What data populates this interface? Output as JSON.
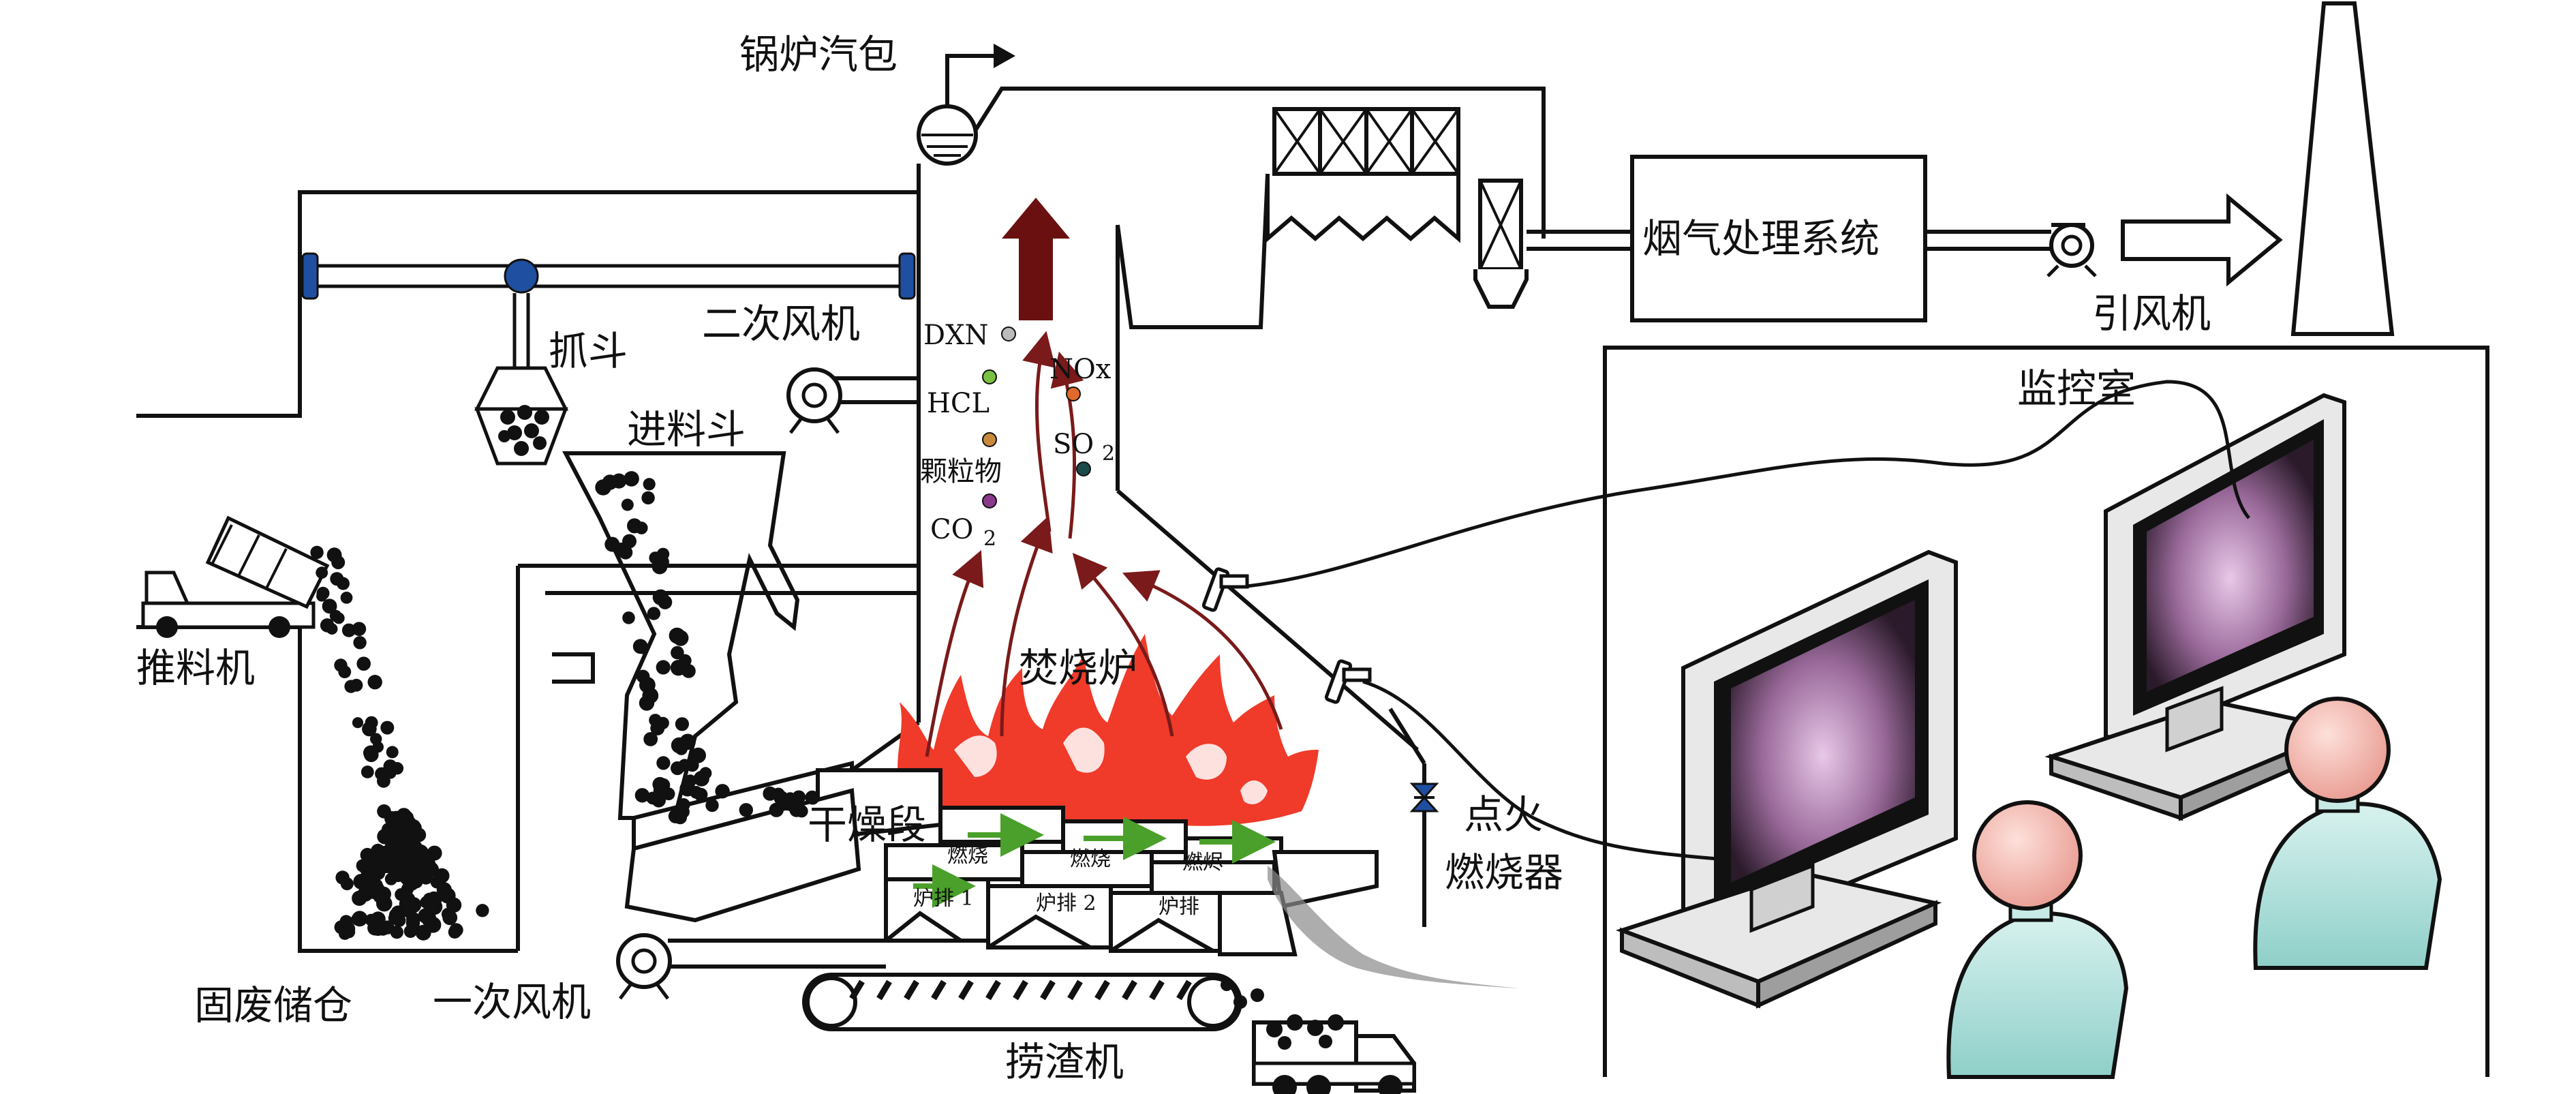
{
  "labels": {
    "boiler_drum": "锅炉汽包",
    "secondary_fan": "二次风机",
    "grab": "抓斗",
    "feed_hopper": "进料斗",
    "pusher": "推料机",
    "storage": "固废储仓",
    "primary_fan": "一次风机",
    "slag_remover": "捞渣机",
    "incinerator": "焚烧炉",
    "drying_section": "干燥段",
    "burn1": "燃烧",
    "burn2": "燃烧",
    "burn3": "燃烬",
    "grate1": "炉排 1",
    "grate2": "炉排 2",
    "grate3": "炉排",
    "igniter_line1": "点火",
    "igniter_line2": "燃烧器",
    "flue_gas_system": "烟气处理系统",
    "induced_fan": "引风机",
    "control_room": "监控室",
    "dxn": "DXN",
    "hcl": "HCL",
    "particles": "颗粒物",
    "co2": "CO",
    "co2_sub": "2",
    "nox": "NOx",
    "so2": "SO",
    "so2_sub": "2"
  },
  "colors": {
    "flame": "#f03a2a",
    "flame_light": "#ff8a7a",
    "arrow_dark": "#7a1a1a",
    "pipe_joint": "#1f4fa0",
    "person_head": "#f2b8b0",
    "person_body": "#a8dcd8",
    "grate_arrow": "#4aa02a",
    "screen_glow": "#c9a0c8"
  }
}
